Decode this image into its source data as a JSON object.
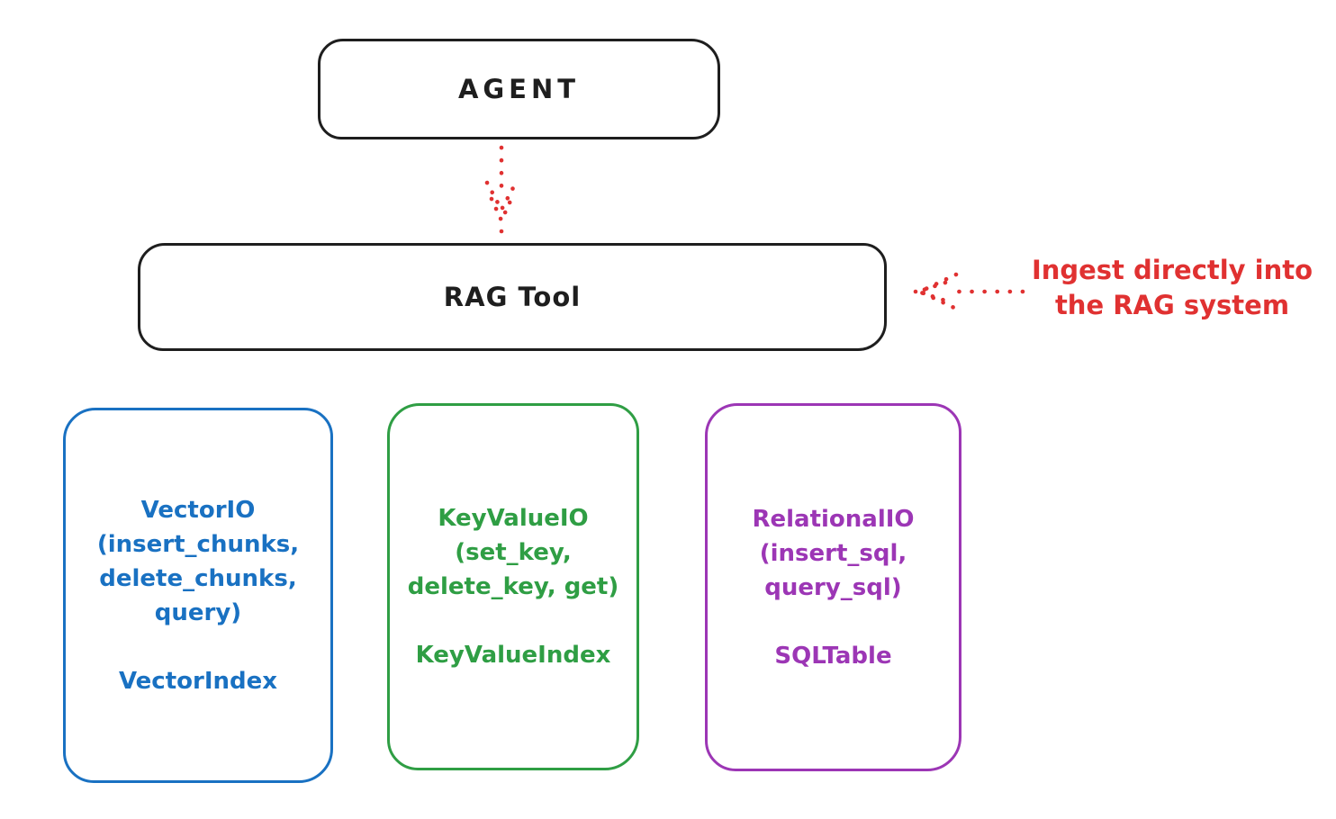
{
  "colors": {
    "stroke_black": "#1e1e1e",
    "accent_red": "#e03131",
    "vector_blue": "#1971c2",
    "keyvalue_green": "#2f9e44",
    "relational_purple": "#9c36b5",
    "background": "#ffffff"
  },
  "nodes": {
    "agent": {
      "label": "AGENT"
    },
    "rag_tool": {
      "label": "RAG Tool"
    },
    "vector_io": {
      "lines": [
        "VectorIO",
        "(insert_chunks,",
        "delete_chunks,",
        "query)"
      ],
      "index": "VectorIndex",
      "color": "#1971c2"
    },
    "key_value_io": {
      "lines": [
        "KeyValueIO",
        "(set_key,",
        "delete_key, get)"
      ],
      "index": "KeyValueIndex",
      "color": "#2f9e44"
    },
    "relational_io": {
      "lines": [
        "RelationalIO",
        "(insert_sql,",
        "query_sql)"
      ],
      "index": "SQLTable",
      "color": "#9c36b5"
    }
  },
  "annotation": {
    "lines": [
      "Ingest directly into",
      "the RAG system"
    ],
    "color": "#e03131"
  },
  "arrows": {
    "agent_to_rag_tool": {
      "style": "dotted",
      "color": "#e03131",
      "direction": "down"
    },
    "ingest_into_rag": {
      "style": "dotted",
      "color": "#e03131",
      "direction": "left"
    }
  }
}
